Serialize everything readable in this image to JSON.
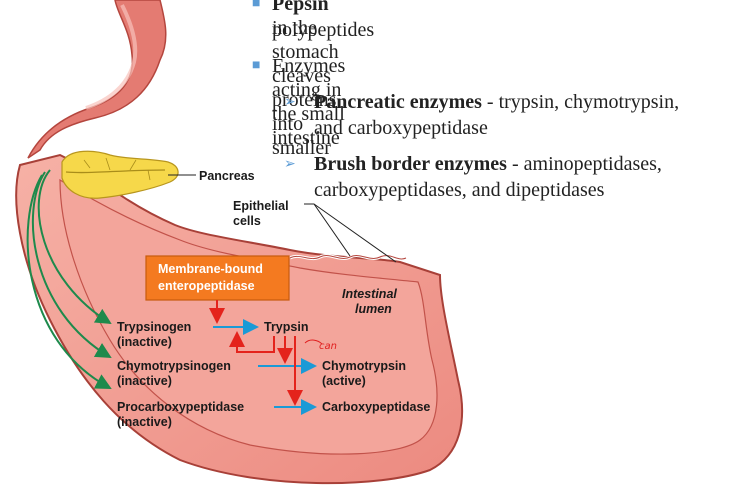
{
  "bullets": {
    "b1_bold": "Pepsin",
    "b1_line1": " in the stomach cleaves proteins into smaller",
    "b1_line2": "polypeptides",
    "b2": "Enzymes acting in the small intestine",
    "s1_bold": "Pancreatic enzymes",
    "s1_line1": " - trypsin, chymotrypsin,",
    "s1_line2": "and carboxypeptidase",
    "s2_bold": "Brush border enzymes",
    "s2_line1": " - aminopeptidases,",
    "s2_line2": "carboxypeptidases, and dipeptidases"
  },
  "diagram": {
    "pancreas": "Pancreas",
    "epithelial_1": "Epithelial",
    "epithelial_2": "cells",
    "membrane_1": "Membrane-bound",
    "membrane_2": "enteropeptidase",
    "lumen_1": "Intestinal",
    "lumen_2": "lumen",
    "trypsinogen": "Trypsinogen",
    "inactive": "(inactive)",
    "trypsin": "Trypsin",
    "chymotrypsinogen": "Chymotrypsinogen",
    "chymotrypsin": "Chymotrypsin",
    "active": "(active)",
    "procarboxypeptidase": "Procarboxypeptidase",
    "carboxypeptidase": "Carboxypeptidase",
    "handwritten": "can"
  },
  "colors": {
    "arrow_blue": "#1a9ad6",
    "arrow_red": "#e4231c",
    "arrow_green": "#1e8a4c",
    "orange_box": "#f47a20",
    "intestine": "#f4a39a",
    "pancreas": "#f6d84a"
  }
}
